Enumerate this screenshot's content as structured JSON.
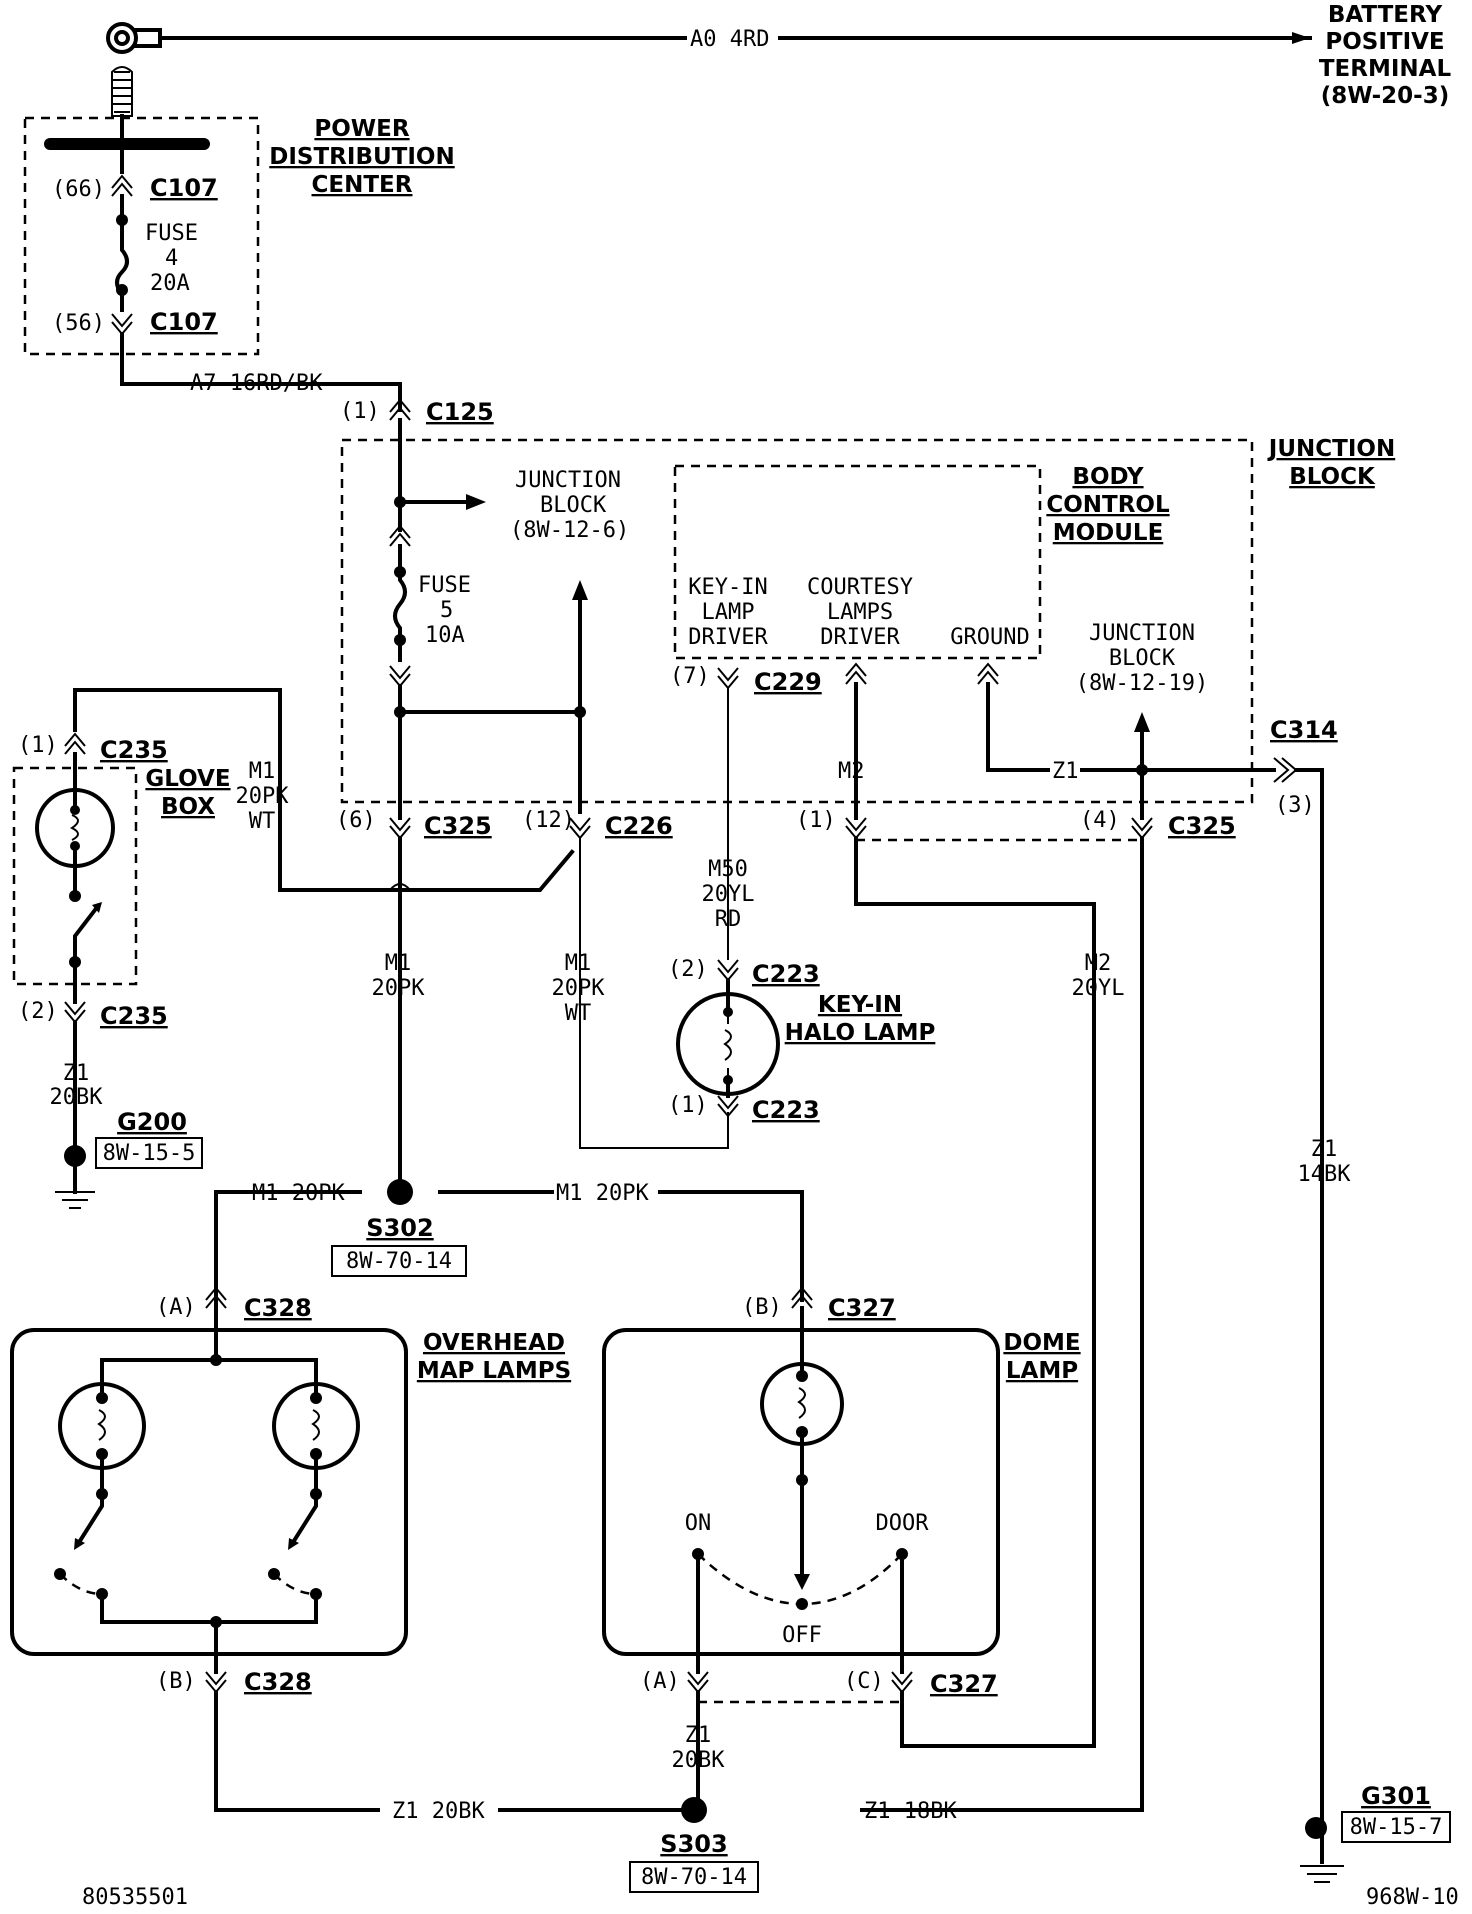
{
  "battery": {
    "line1": "BATTERY",
    "line2": "POSITIVE",
    "line3": "TERMINAL",
    "line4": "(8W-20-3)",
    "wire": "A0 4RD"
  },
  "pdc": {
    "line1": "POWER",
    "line2": "DISTRIBUTION",
    "line3": "CENTER",
    "pin_top": "(66)",
    "pin_bot": "(56)",
    "connector": "C107",
    "fuse1": "FUSE",
    "fuse2": "4",
    "fuse3": "20A",
    "out_wire": "A7 16RD/BK"
  },
  "jb": {
    "title1": "JUNCTION",
    "title2": "BLOCK",
    "c125_pin": "(1)",
    "c125": "C125",
    "ref1": "JUNCTION",
    "ref2": "BLOCK",
    "ref3": "(8W-12-6)",
    "fuse1": "FUSE",
    "fuse2": "5",
    "fuse3": "10A",
    "ref19_1": "JUNCTION",
    "ref19_2": "BLOCK",
    "ref19_3": "(8W-12-19)"
  },
  "bcm": {
    "title1": "BODY",
    "title2": "CONTROL",
    "title3": "MODULE",
    "keyin1": "KEY-IN",
    "keyin2": "LAMP",
    "keyin3": "DRIVER",
    "court1": "COURTESY",
    "court2": "LAMPS",
    "court3": "DRIVER",
    "ground": "GROUND",
    "c229_pin": "(7)",
    "c229": "C229",
    "m2": "M2",
    "z1": "Z1"
  },
  "c314": {
    "name": "C314",
    "pin": "(3)"
  },
  "c325": {
    "name": "C325",
    "pin6": "(6)",
    "pin1": "(1)",
    "pin4": "(4)"
  },
  "c226": {
    "name": "C226",
    "pin": "(12)"
  },
  "glove": {
    "title1": "GLOVE",
    "title2": "BOX",
    "c235": "C235",
    "pin1": "(1)",
    "pin2": "(2)",
    "wire1": "M1",
    "wire2": "20PK",
    "wire3": "WT",
    "z1a": "Z1",
    "z1b": "20BK",
    "g200": "G200",
    "g200ref": "8W-15-5"
  },
  "center": {
    "m1a": "M1",
    "m1b": "20PK",
    "m1wa": "M1",
    "m1wb": "20PK",
    "m1wc": "WT",
    "m50a": "M50",
    "m50b": "20YL",
    "m50c": "RD",
    "m2a": "M2",
    "m2b": "20YL",
    "z1a": "Z1",
    "z1b": "14BK"
  },
  "halo": {
    "title1": "KEY-IN",
    "title2": "HALO  LAMP",
    "c223": "C223",
    "pin2": "(2)",
    "pin1": "(1)"
  },
  "s302": {
    "name": "S302",
    "ref": "8W-70-14",
    "wire_left": "M1 20PK",
    "wire_right": "M1 20PK"
  },
  "overhead": {
    "title1": "OVERHEAD",
    "title2": "MAP  LAMPS",
    "c328": "C328",
    "pinA": "(A)",
    "pinB": "(B)"
  },
  "dome": {
    "title1": "DOME",
    "title2": "LAMP",
    "c327": "C327",
    "pinB": "(B)",
    "pinA": "(A)",
    "pinC": "(C)",
    "on": "ON",
    "door": "DOOR",
    "off": "OFF"
  },
  "s303": {
    "name": "S303",
    "ref": "8W-70-14",
    "wire_left": "Z1 20BK",
    "wire_right": "Z1 18BK",
    "z1a": "Z1",
    "z1b": "20BK"
  },
  "g301": {
    "name": "G301",
    "ref": "8W-15-7"
  },
  "footer": {
    "left": "80535501",
    "right": "968W-10"
  }
}
